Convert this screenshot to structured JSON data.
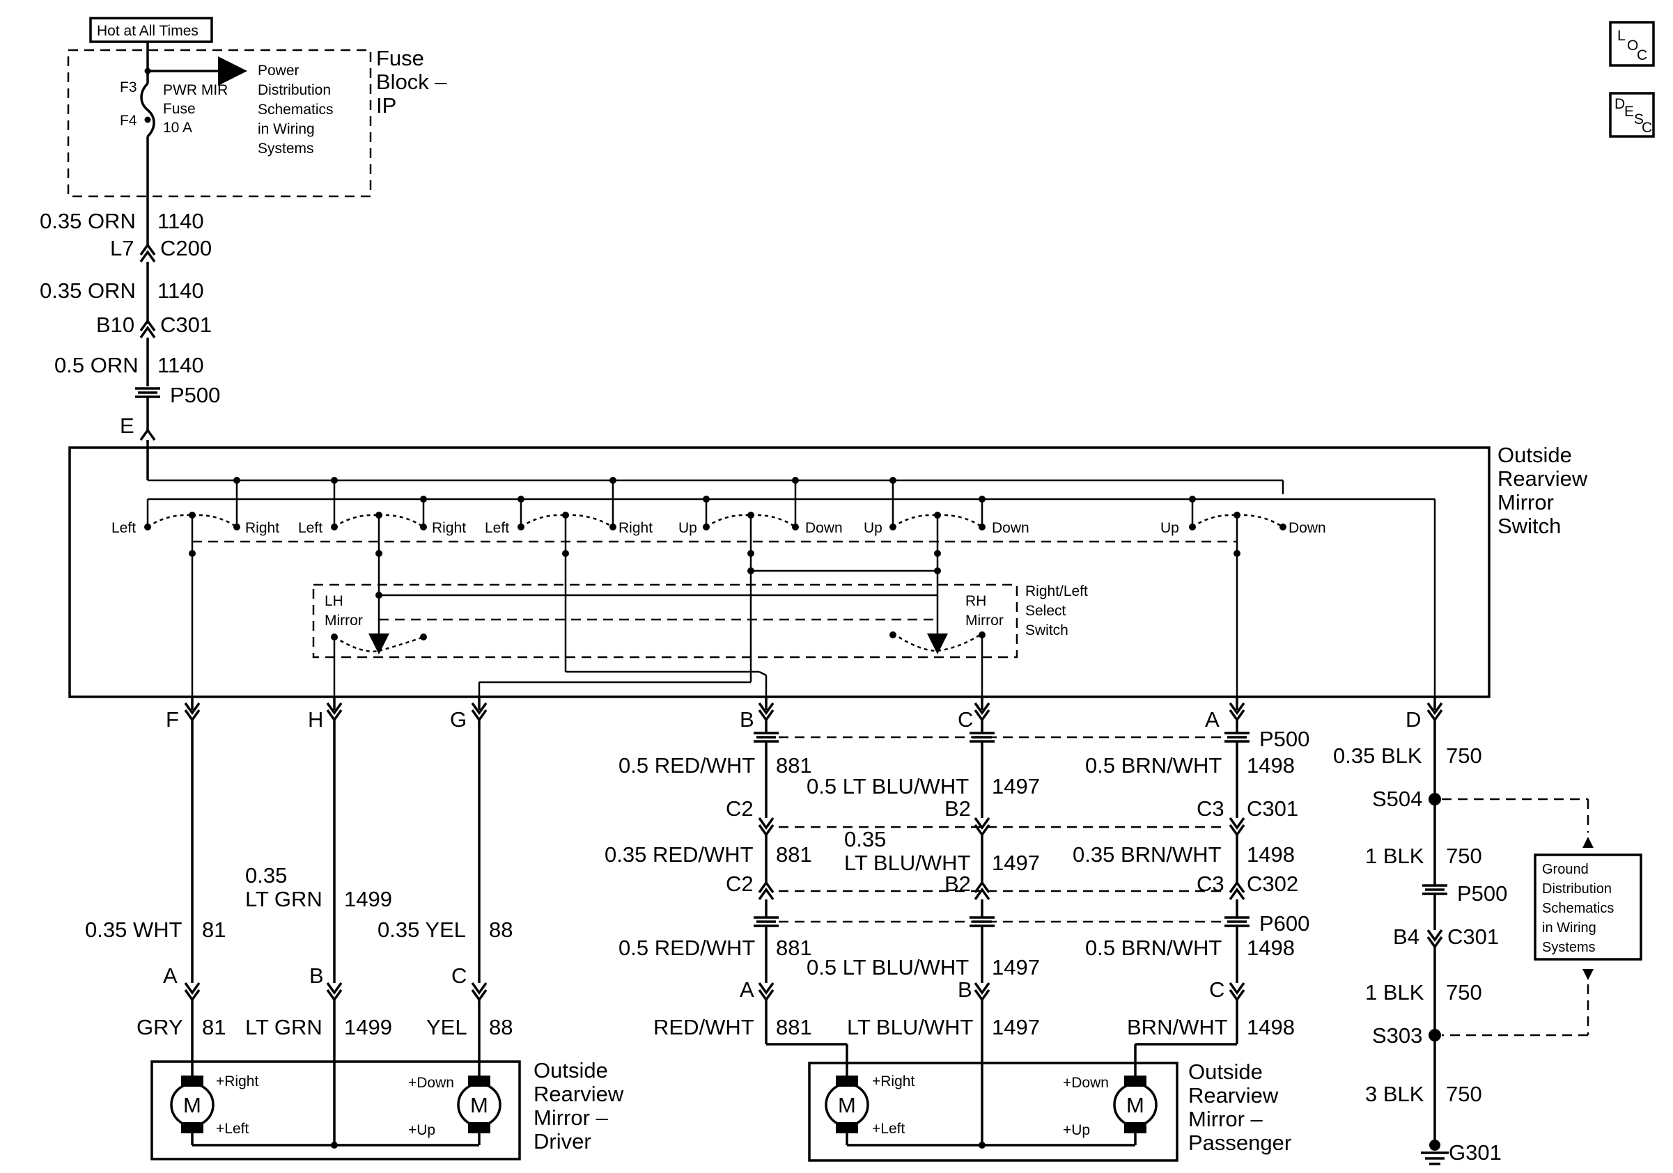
{
  "header": {
    "hot_label": "Hot at All Times",
    "loc_icon": "loc-icon",
    "desc_icon": "desc-icon"
  },
  "fuse_block": {
    "title_line1": "Fuse",
    "title_line2": "Block –",
    "title_line3": "IP",
    "pin_f3": "F3",
    "pin_f4": "F4",
    "fuse_line1": "PWR MIR",
    "fuse_line2": "Fuse",
    "fuse_line3": "10 A",
    "ref_line1": "Power",
    "ref_line2": "Distribution",
    "ref_line3": "Schematics",
    "ref_line4": "in Wiring",
    "ref_line5": "Systems"
  },
  "feed": {
    "w1_size": "0.35 ORN",
    "w1_circuit": "1140",
    "c200_pin": "L7",
    "c200": "C200",
    "w2_size": "0.35 ORN",
    "w2_circuit": "1140",
    "c301_pin": "B10",
    "c301": "C301",
    "w3_size": "0.5 ORN",
    "w3_circuit": "1140",
    "p500": "P500",
    "switch_pin": "E"
  },
  "switch": {
    "title_line1": "Outside",
    "title_line2": "Rearview",
    "title_line3": "Mirror",
    "title_line4": "Switch",
    "c1_left": "Left",
    "c1_right": "Right",
    "c2_left": "Left",
    "c2_right": "Right",
    "c3_left": "Left",
    "c3_right": "Right",
    "c4_up": "Up",
    "c4_down": "Down",
    "c5_up": "Up",
    "c5_down": "Down",
    "c6_up": "Up",
    "c6_down": "Down",
    "lh_line1": "LH",
    "lh_line2": "Mirror",
    "rh_line1": "RH",
    "rh_line2": "Mirror",
    "select_line1": "Right/Left",
    "select_line2": "Select",
    "select_line3": "Switch",
    "pin_f": "F",
    "pin_h": "H",
    "pin_g": "G",
    "pin_b": "B",
    "pin_c": "C",
    "pin_a": "A",
    "pin_d": "D"
  },
  "driver": {
    "f_size": "0.35 WHT",
    "f_circuit": "81",
    "h_size_line1": "0.35",
    "h_size_line2": "LT GRN",
    "h_circuit": "1499",
    "g_size": "0.35 YEL",
    "g_circuit": "88",
    "pin_a": "A",
    "pin_b": "B",
    "pin_c": "C",
    "a_color": "GRY",
    "a_circuit": "81",
    "b_color": "LT GRN",
    "b_circuit": "1499",
    "c_color": "YEL",
    "c_circuit": "88",
    "motor_left_label": "M",
    "motor_right_label": "M",
    "plus_right": "+Right",
    "plus_left": "+Left",
    "plus_down": "+Down",
    "plus_up": "+Up",
    "title_line1": "Outside",
    "title_line2": "Rearview",
    "title_line3": "Mirror –",
    "title_line4": "Driver"
  },
  "passenger": {
    "p500": "P500",
    "b_size1": "0.5 RED/WHT",
    "b_circuit1": "881",
    "c_size1": "0.5 LT BLU/WHT",
    "c_circuit1": "1497",
    "a_size1": "0.5 BRN/WHT",
    "a_circuit1": "1498",
    "c301_b_pin": "C2",
    "c301_c_pin": "B2",
    "c301_a_pin": "C3",
    "c301": "C301",
    "b_size2": "0.35 RED/WHT",
    "b_circuit2": "881",
    "c_size2_line1": "0.35",
    "c_size2_line2": "LT BLU/WHT",
    "c_circuit2": "1497",
    "a_size2": "0.35 BRN/WHT",
    "a_circuit2": "1498",
    "c302_b_pin": "C2",
    "c302_c_pin": "B2",
    "c302_a_pin": "C3",
    "c302": "C302",
    "p600": "P600",
    "b_size3": "0.5 RED/WHT",
    "b_circuit3": "881",
    "c_size3": "0.5 LT BLU/WHT",
    "c_circuit3": "1497",
    "a_size3": "0.5 BRN/WHT",
    "a_circuit3": "1498",
    "pin_a": "A",
    "pin_b": "B",
    "pin_c": "C",
    "a_color": "RED/WHT",
    "a_circuit": "881",
    "b_color": "LT BLU/WHT",
    "b_circuit": "1497",
    "c_color": "BRN/WHT",
    "c_circuit": "1498",
    "motor_left_label": "M",
    "motor_right_label": "M",
    "plus_right": "+Right",
    "plus_left": "+Left",
    "plus_down": "+Down",
    "plus_up": "+Up",
    "title_line1": "Outside",
    "title_line2": "Rearview",
    "title_line3": "Mirror –",
    "title_line4": "Passenger"
  },
  "ground": {
    "w1_size": "0.35 BLK",
    "w1_circuit": "750",
    "s504": "S504",
    "w2_size": "1 BLK",
    "w2_circuit": "750",
    "p500": "P500",
    "c301_pin": "B4",
    "c301": "C301",
    "w3_size": "1 BLK",
    "w3_circuit": "750",
    "s303": "S303",
    "w4_size": "3 BLK",
    "w4_circuit": "750",
    "g301": "G301",
    "ref_line1": "Ground",
    "ref_line2": "Distribution",
    "ref_line3": "Schematics",
    "ref_line4": "in Wiring",
    "ref_line5": "Systems"
  }
}
